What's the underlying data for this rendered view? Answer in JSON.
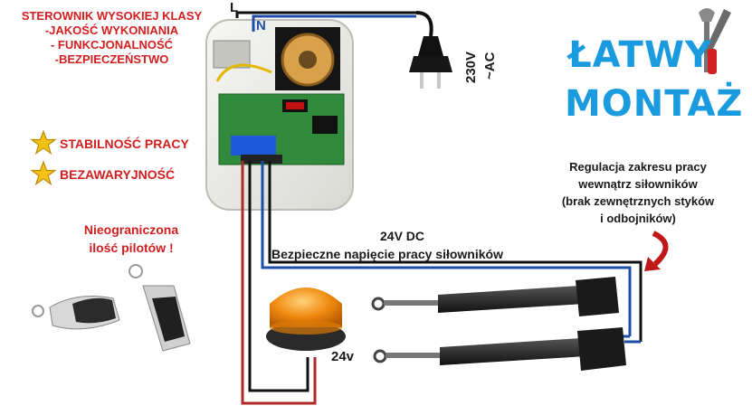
{
  "header_list": {
    "title": "STEROWNIK WYSOKIEJ KLASY",
    "items": [
      "-JAKOŚĆ WYKONIANIA",
      "- FUNKCJONALNOŚĆ",
      "-BEZPIECZEŃSTWO"
    ]
  },
  "features": [
    {
      "label": "STABILNOŚĆ PRACY",
      "icon": "star-icon"
    },
    {
      "label": "BEZAWARYJNOŚĆ",
      "icon": "star-icon"
    }
  ],
  "remotes": {
    "line1": "Nieograniczona",
    "line2": "ilość pilotów !"
  },
  "wire_labels": {
    "L": "L",
    "N": "N"
  },
  "power": {
    "voltage": "230V",
    "type": "~AC"
  },
  "headline": {
    "line1": "ŁATWY",
    "line2": "MONTAŻ"
  },
  "regulation": {
    "line1": "Regulacja zakresu pracy",
    "line2": "wewnątrz siłowników",
    "line3": "(brak zewnętrznych styków",
    "line4": "i odbojników)"
  },
  "dc": {
    "title": "24V DC",
    "subtitle": "Bezpieczne napięcie pracy siłowników"
  },
  "lamp_voltage": "24v",
  "colors": {
    "red_text": "#d21e1e",
    "headline_blue": "#1a9be0",
    "wire_red": "#b02a2a",
    "wire_blue": "#1e4fa8",
    "lamp_orange": "#f08a10"
  }
}
